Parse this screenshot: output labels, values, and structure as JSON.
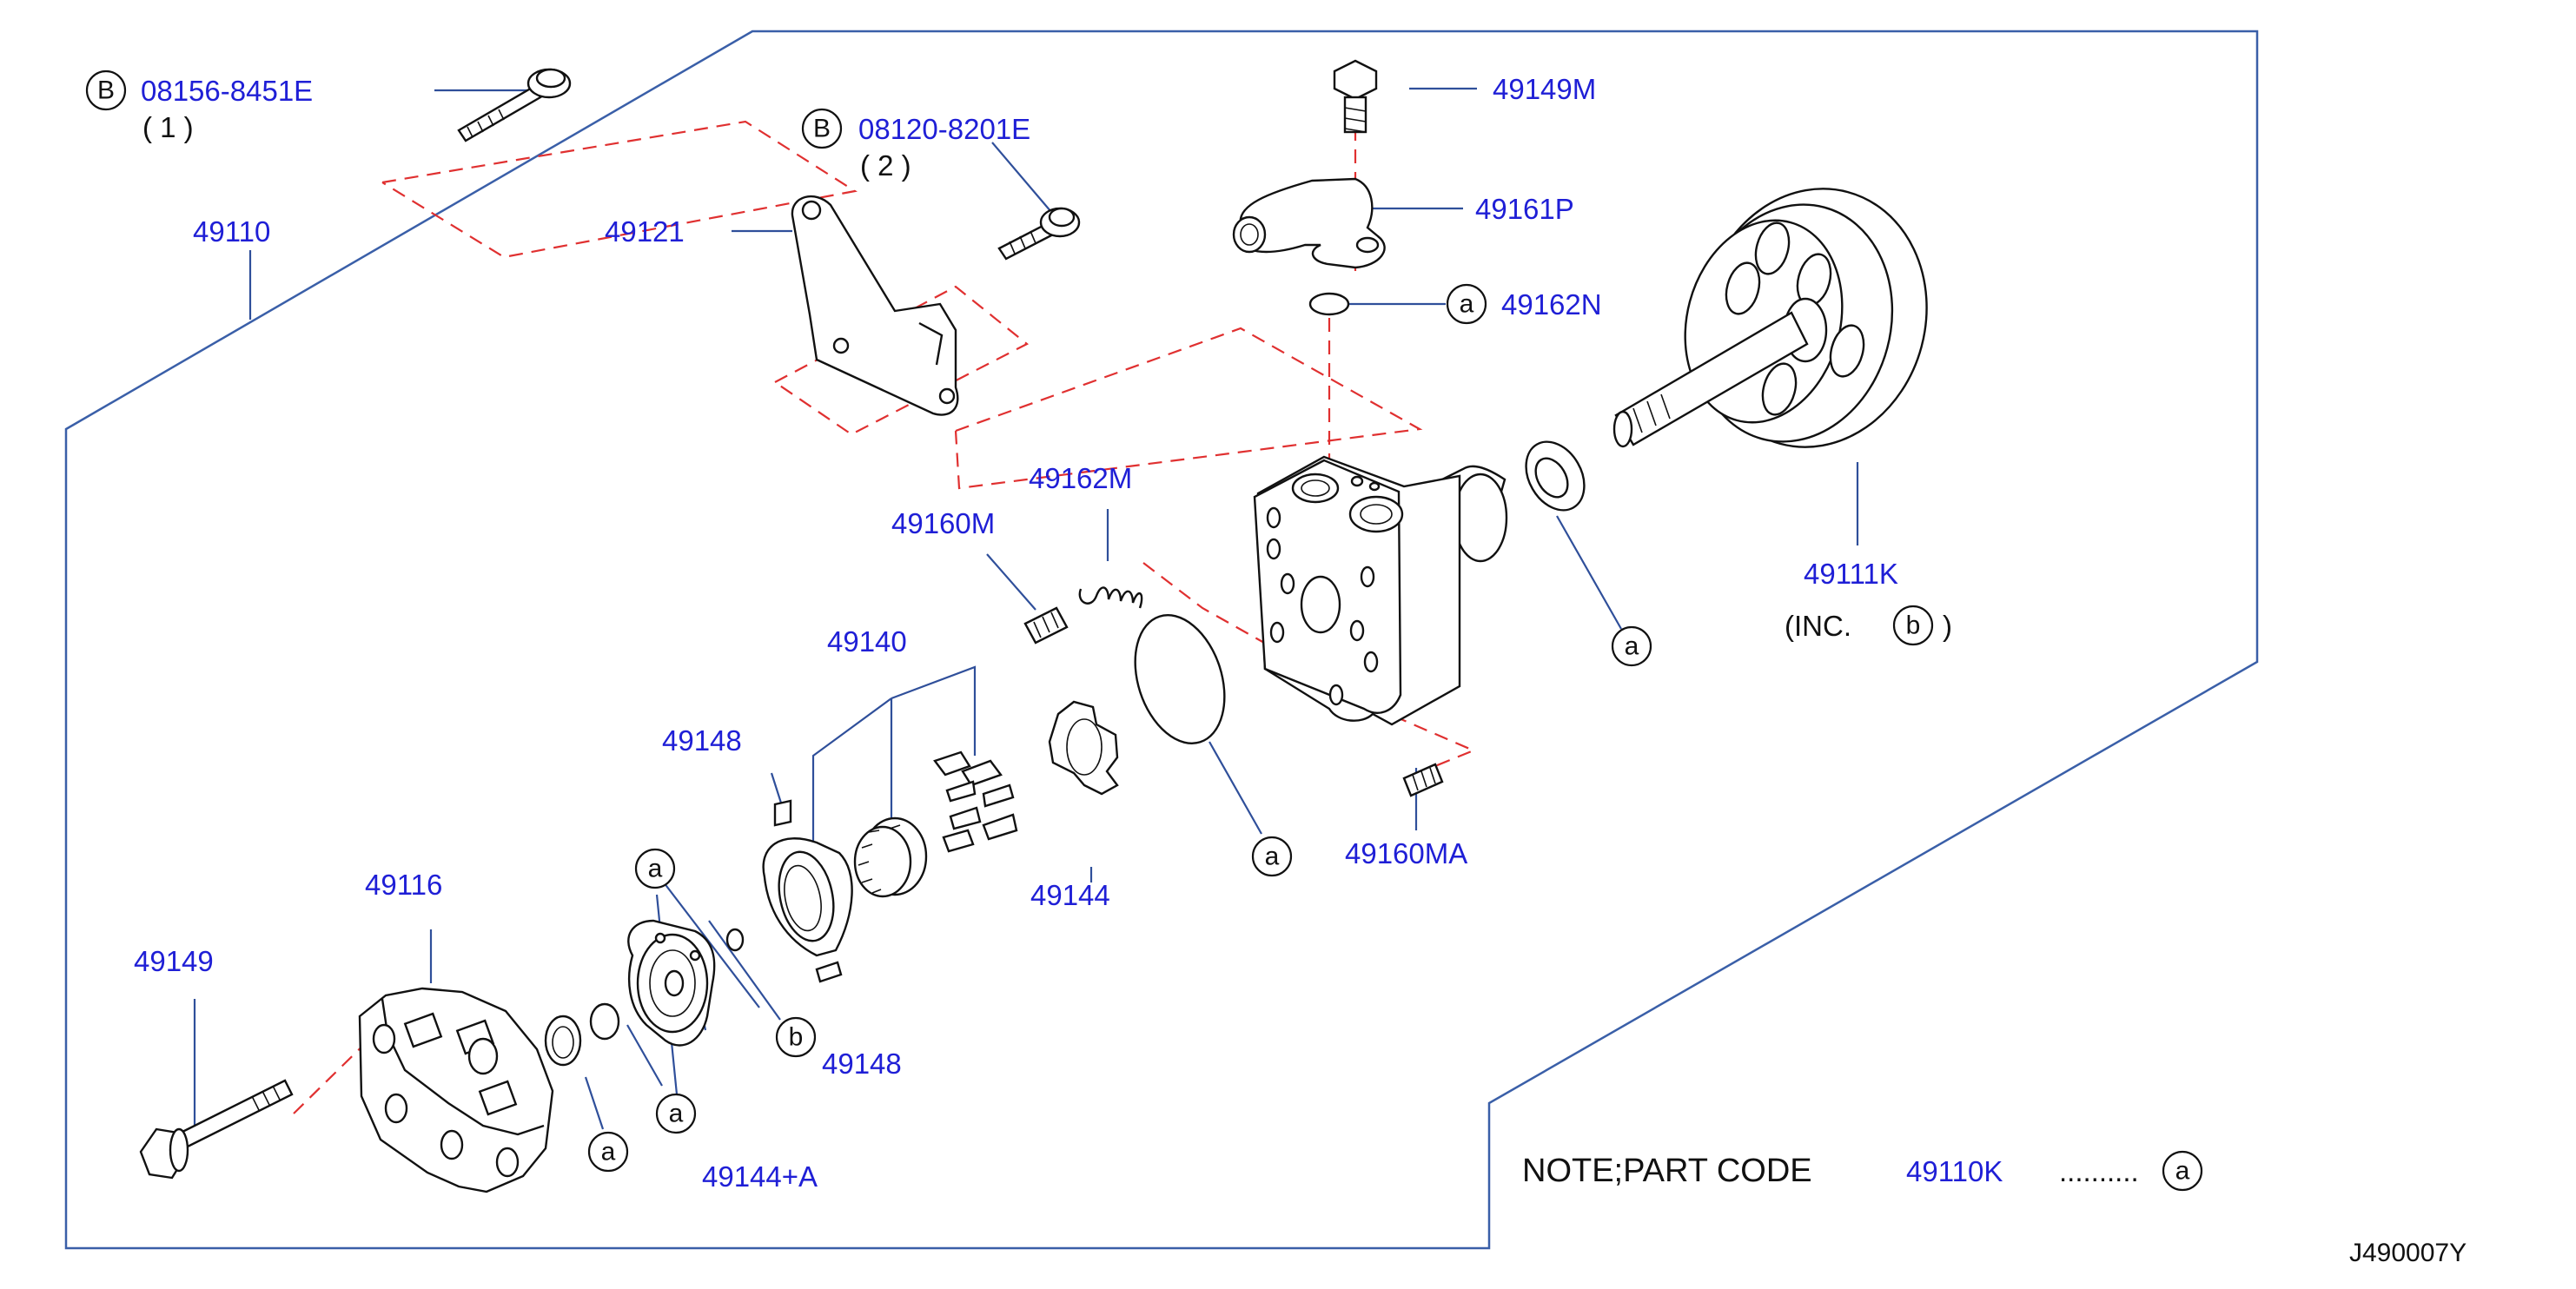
{
  "diagram": {
    "code": "J490007Y",
    "note": {
      "label": "NOTE;PART CODE",
      "part": "49110K",
      "dots": "..........",
      "symbol": "a"
    },
    "callouts": {
      "b1_symbol": "B",
      "b1_part": "08156-8451E",
      "b1_qty": "( 1 )",
      "b2_symbol": "B",
      "b2_part": "08120-8201E",
      "b2_qty": "( 2 )",
      "p49110": "49110",
      "p49121": "49121",
      "p49149m": "49149M",
      "p49161p": "49161P",
      "p49162n": "49162N",
      "p49162n_sym": "a",
      "p49111k": "49111K",
      "inc_open": "(INC.",
      "inc_sym": "b",
      "inc_close": ")",
      "p49162m": "49162M",
      "p49160m": "49160M",
      "p49140": "49140",
      "p49148a": "49148",
      "p49148b": "49148",
      "p49144": "49144",
      "p49160ma": "49160MA",
      "p49116": "49116",
      "p49149": "49149",
      "p49144a": "49144+A",
      "sym_seal": "a",
      "sym_oring": "a",
      "sym_pin_a": "a",
      "sym_pin_b": "b",
      "sym_ring1": "a",
      "sym_ring2": "a"
    }
  }
}
